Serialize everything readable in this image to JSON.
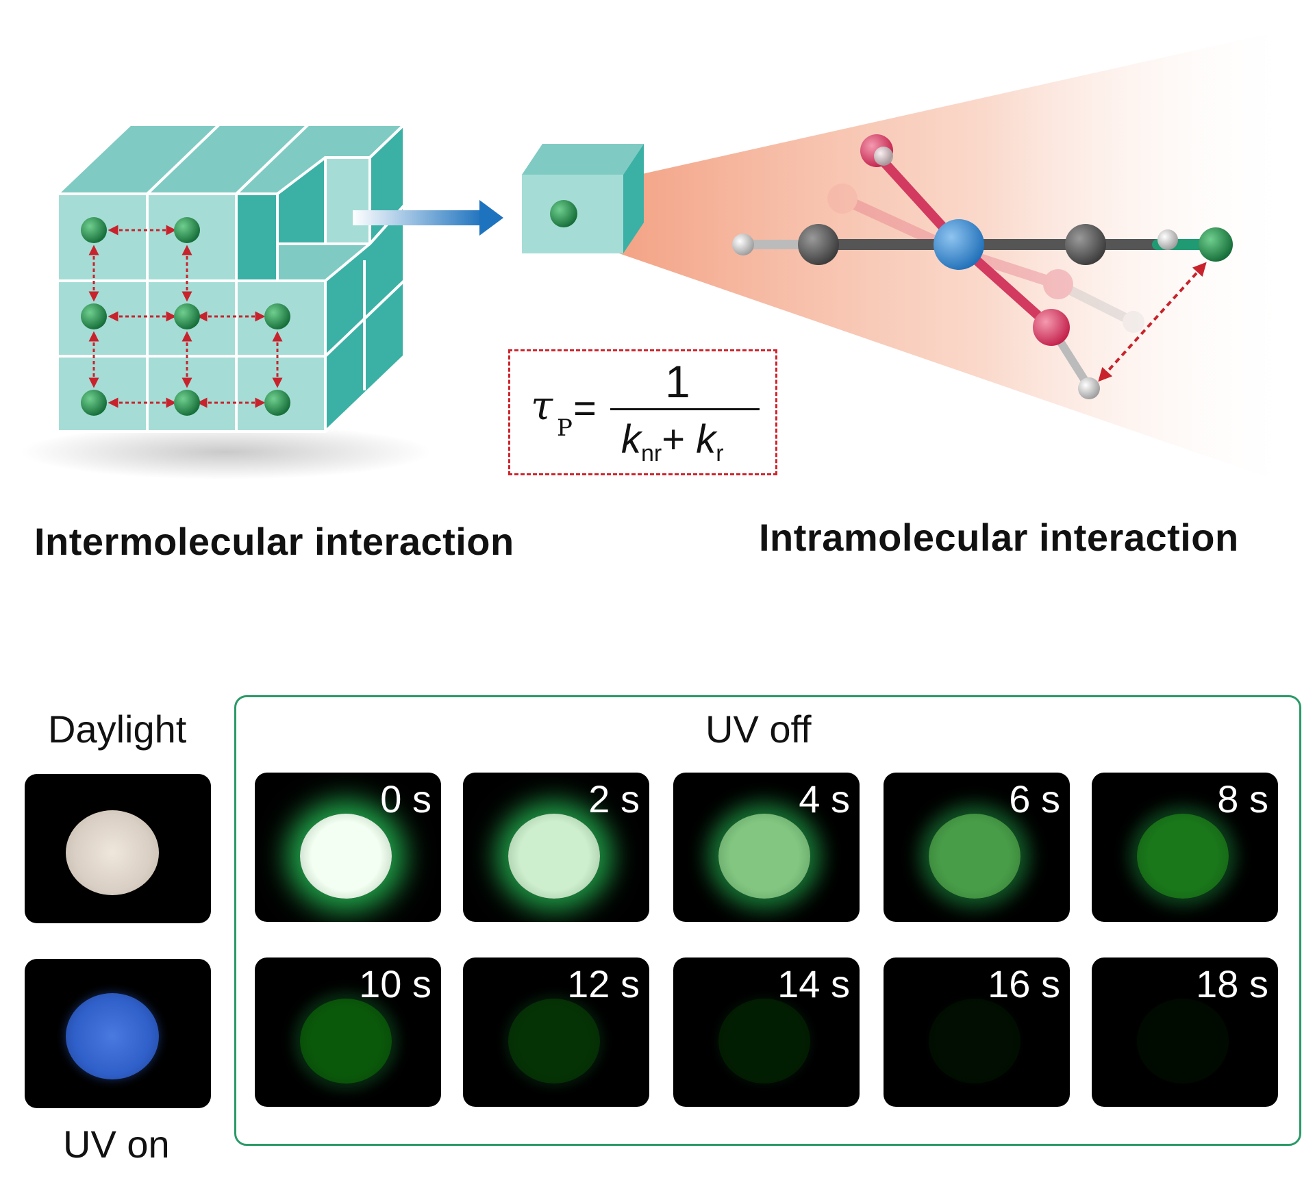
{
  "top": {
    "left_title": "Intermolecular interaction",
    "right_title": "Intramolecular interaction",
    "equation": {
      "lhs_symbol": "τ",
      "lhs_subscript": "P",
      "equals": "=",
      "numerator": "1",
      "den_k1": "k",
      "den_sub1": "nr",
      "den_plus": "+",
      "den_k2": "k",
      "den_sub2": "r"
    }
  },
  "bottom": {
    "daylight_label": "Daylight",
    "uv_on_label": "UV on",
    "uv_off_label": "UV off",
    "frames": [
      {
        "time": "0 s",
        "brightness": 1.0
      },
      {
        "time": "2 s",
        "brightness": 0.92
      },
      {
        "time": "4 s",
        "brightness": 0.78
      },
      {
        "time": "6 s",
        "brightness": 0.68
      },
      {
        "time": "8 s",
        "brightness": 0.58
      },
      {
        "time": "10 s",
        "brightness": 0.48
      },
      {
        "time": "12 s",
        "brightness": 0.34
      },
      {
        "time": "14 s",
        "brightness": 0.24
      },
      {
        "time": "16 s",
        "brightness": 0.14
      },
      {
        "time": "18 s",
        "brightness": 0.07
      }
    ]
  },
  "colors": {
    "cube_front": "#a5ddd6",
    "cube_top": "#7fcbc3",
    "cube_side": "#3bb1a6",
    "atom_green": "#1f8a4c",
    "arrow_red": "#c8232c",
    "frame_green": "#2a9a67",
    "arrow_blue": "#1e73be",
    "cone_pink": "#f4b49b",
    "daylight_sample": "#d9cfc4",
    "uv_on_sample": "#2f5fc8"
  }
}
